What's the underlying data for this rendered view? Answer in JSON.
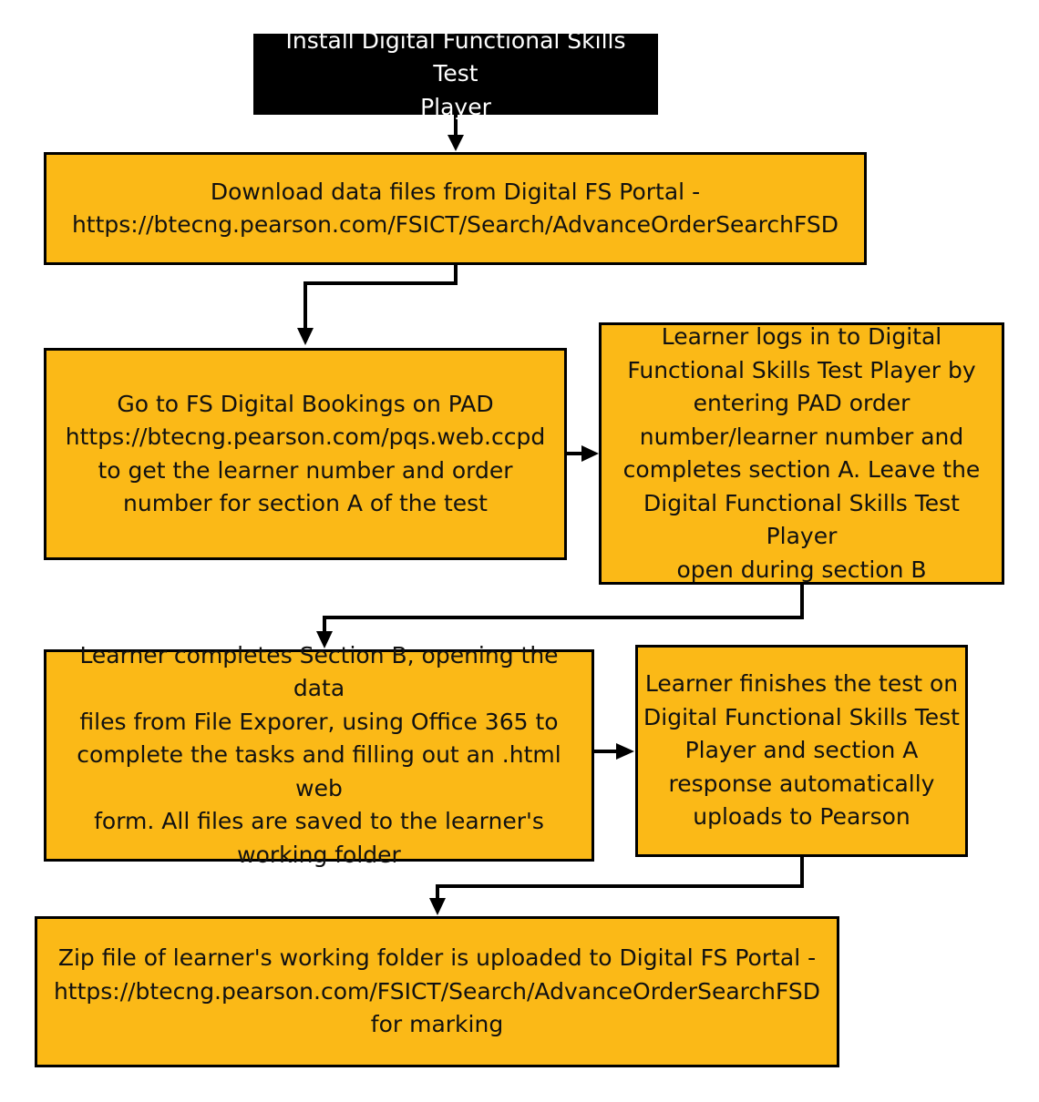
{
  "diagram": {
    "nodes": {
      "install": "Install Digital Functional Skills Test\nPlayer",
      "download": "Download data files from Digital FS Portal -\nhttps://btecng.pearson.com/FSICT/Search/AdvanceOrderSearchFSD",
      "bookings": "Go to FS Digital Bookings on PAD\nhttps://btecng.pearson.com/pqs.web.ccpd\nto get the learner number and order\nnumber for section A of the test",
      "login": "Learner logs in to Digital\nFunctional Skills Test Player by\nentering PAD order\nnumber/learner number and\ncompletes section A. Leave the\nDigital Functional Skills Test Player\nopen during section B",
      "section_b": "Learner completes Section B, opening the data\nfiles from File Exporer, using Office 365 to\ncomplete the tasks and filling out an .html web\nform. All files are saved to the learner's\nworking folder",
      "finish": "Learner finishes the test on\nDigital Functional Skills Test\nPlayer and section A\nresponse automatically\nuploads to Pearson",
      "upload": "Zip file of learner's working folder is uploaded to Digital FS Portal -\nhttps://btecng.pearson.com/FSICT/Search/AdvanceOrderSearchFSD\nfor marking"
    },
    "colors": {
      "box_fill": "#fbb917",
      "box_border": "#000000",
      "header_fill": "#000000",
      "header_text": "#ffffff",
      "arrow": "#000000"
    }
  }
}
